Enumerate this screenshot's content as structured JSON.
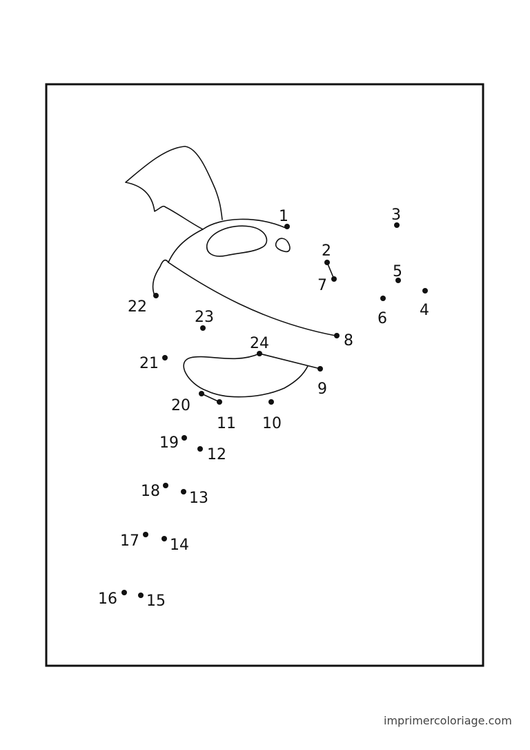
{
  "puzzle": {
    "points": [
      {
        "n": "1"
      },
      {
        "n": "2"
      },
      {
        "n": "3"
      },
      {
        "n": "4"
      },
      {
        "n": "5"
      },
      {
        "n": "6"
      },
      {
        "n": "7"
      },
      {
        "n": "8"
      },
      {
        "n": "9"
      },
      {
        "n": "10"
      },
      {
        "n": "11"
      },
      {
        "n": "12"
      },
      {
        "n": "13"
      },
      {
        "n": "14"
      },
      {
        "n": "15"
      },
      {
        "n": "16"
      },
      {
        "n": "17"
      },
      {
        "n": "18"
      },
      {
        "n": "19"
      },
      {
        "n": "20"
      },
      {
        "n": "21"
      },
      {
        "n": "22"
      },
      {
        "n": "23"
      },
      {
        "n": "24"
      }
    ]
  },
  "footer": {
    "watermark": "imprimercoloriage.com"
  }
}
